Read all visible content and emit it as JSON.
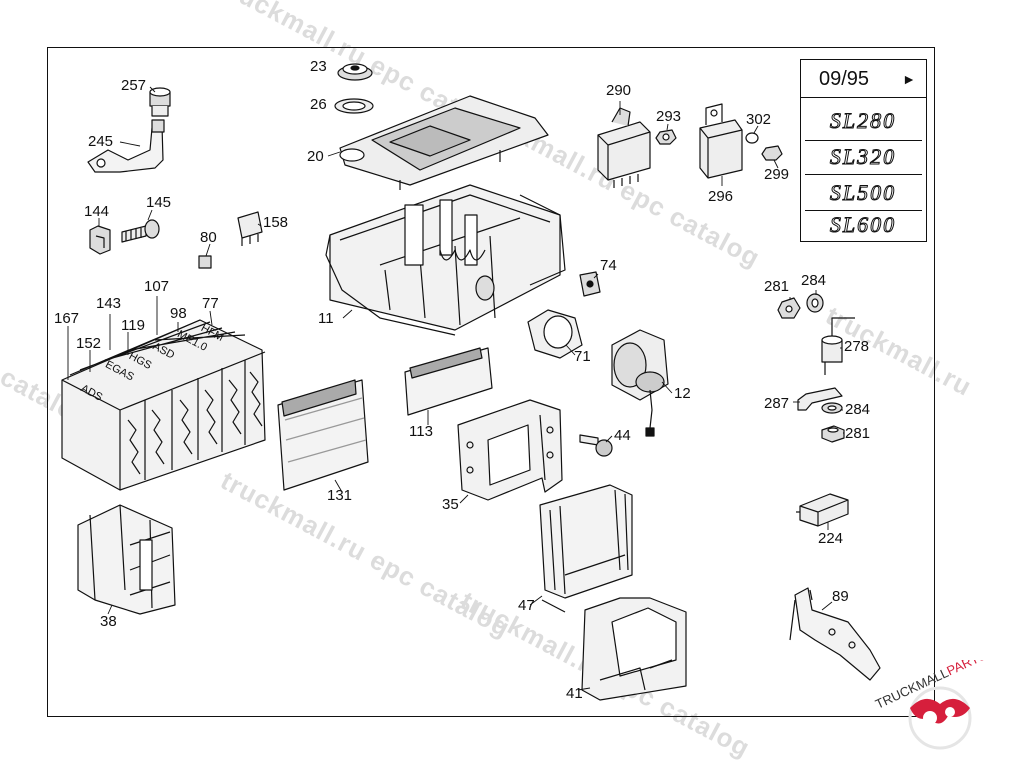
{
  "badge": {
    "date": "09/95",
    "arrow": "►",
    "models": [
      "SL280",
      "SL320",
      "SL500",
      "SL600"
    ]
  },
  "watermark": {
    "text_a": "truckmall.ru epc catalog",
    "text_b": "truckmall.ru epc catalog",
    "text_c": "epc catalog",
    "text_d": "truckmall.ru",
    "text_e": "truckmall.ru epc catalog",
    "text_f": "truckmall.ru epc catalog",
    "text_g": "truckmall.ru e"
  },
  "logo": {
    "text": "TRUCKMALLPARTS"
  },
  "labels": {
    "p23": "23",
    "p26": "26",
    "p20": "20",
    "p11": "11",
    "p257": "257",
    "p245": "245",
    "p144": "144",
    "p145": "145",
    "p158": "158",
    "p80": "80",
    "p167": "167",
    "p143": "143",
    "p107": "107",
    "p98": "98",
    "p77": "77",
    "p152": "152",
    "p119": "119",
    "p290": "290",
    "p293": "293",
    "p302": "302",
    "p296": "296",
    "p299": "299",
    "p74": "74",
    "p71": "71",
    "p12": "12",
    "p113": "113",
    "p131": "131",
    "p44": "44",
    "p35": "35",
    "p38": "38",
    "p47": "47",
    "p41": "41",
    "p281a": "281",
    "p284a": "284",
    "p278": "278",
    "p287": "287",
    "p284b": "284",
    "p281b": "281",
    "p224": "224",
    "p89": "89"
  },
  "module_codes": [
    "ADS",
    "EGAS",
    "HGS",
    "ASD",
    "ME1.0",
    "HFM"
  ]
}
